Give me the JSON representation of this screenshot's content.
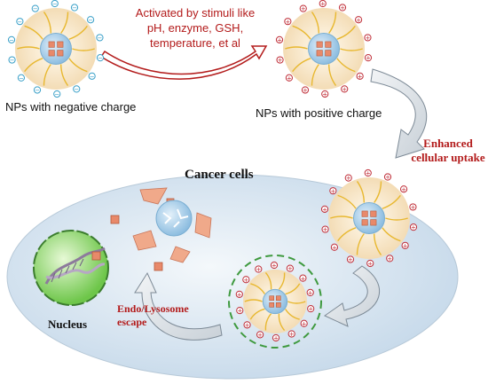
{
  "labels": {
    "activation_lines": [
      "Activated by stimuli like",
      "pH, enzyme, GSH,",
      "temperature, et al"
    ],
    "negative_np": "NPs with negative charge",
    "positive_np": "NPs with positive charge",
    "uptake_lines": [
      "Enhanced",
      "cellular uptake"
    ],
    "cancer_cells": "Cancer cells",
    "nucleus": "Nucleus",
    "escape_lines": [
      "Endo/Lysosome",
      "escape"
    ]
  },
  "symbols": {
    "negative": "−",
    "positive": "+"
  },
  "colors": {
    "accent_text": "#b31b1b",
    "cell_fill": "#cfe0ee",
    "nanoparticle_shell": "#f5e3c4",
    "nanoparticle_core": "#9fc6e4",
    "drug_cube": "#e8896a",
    "negative_charge": "#3aa0c8",
    "positive_charge": "#c0303a",
    "nucleus_fill": "#9fdc7a",
    "endosome_border": "#3f9a3f",
    "arrow_fill": "#dfe5ea"
  }
}
